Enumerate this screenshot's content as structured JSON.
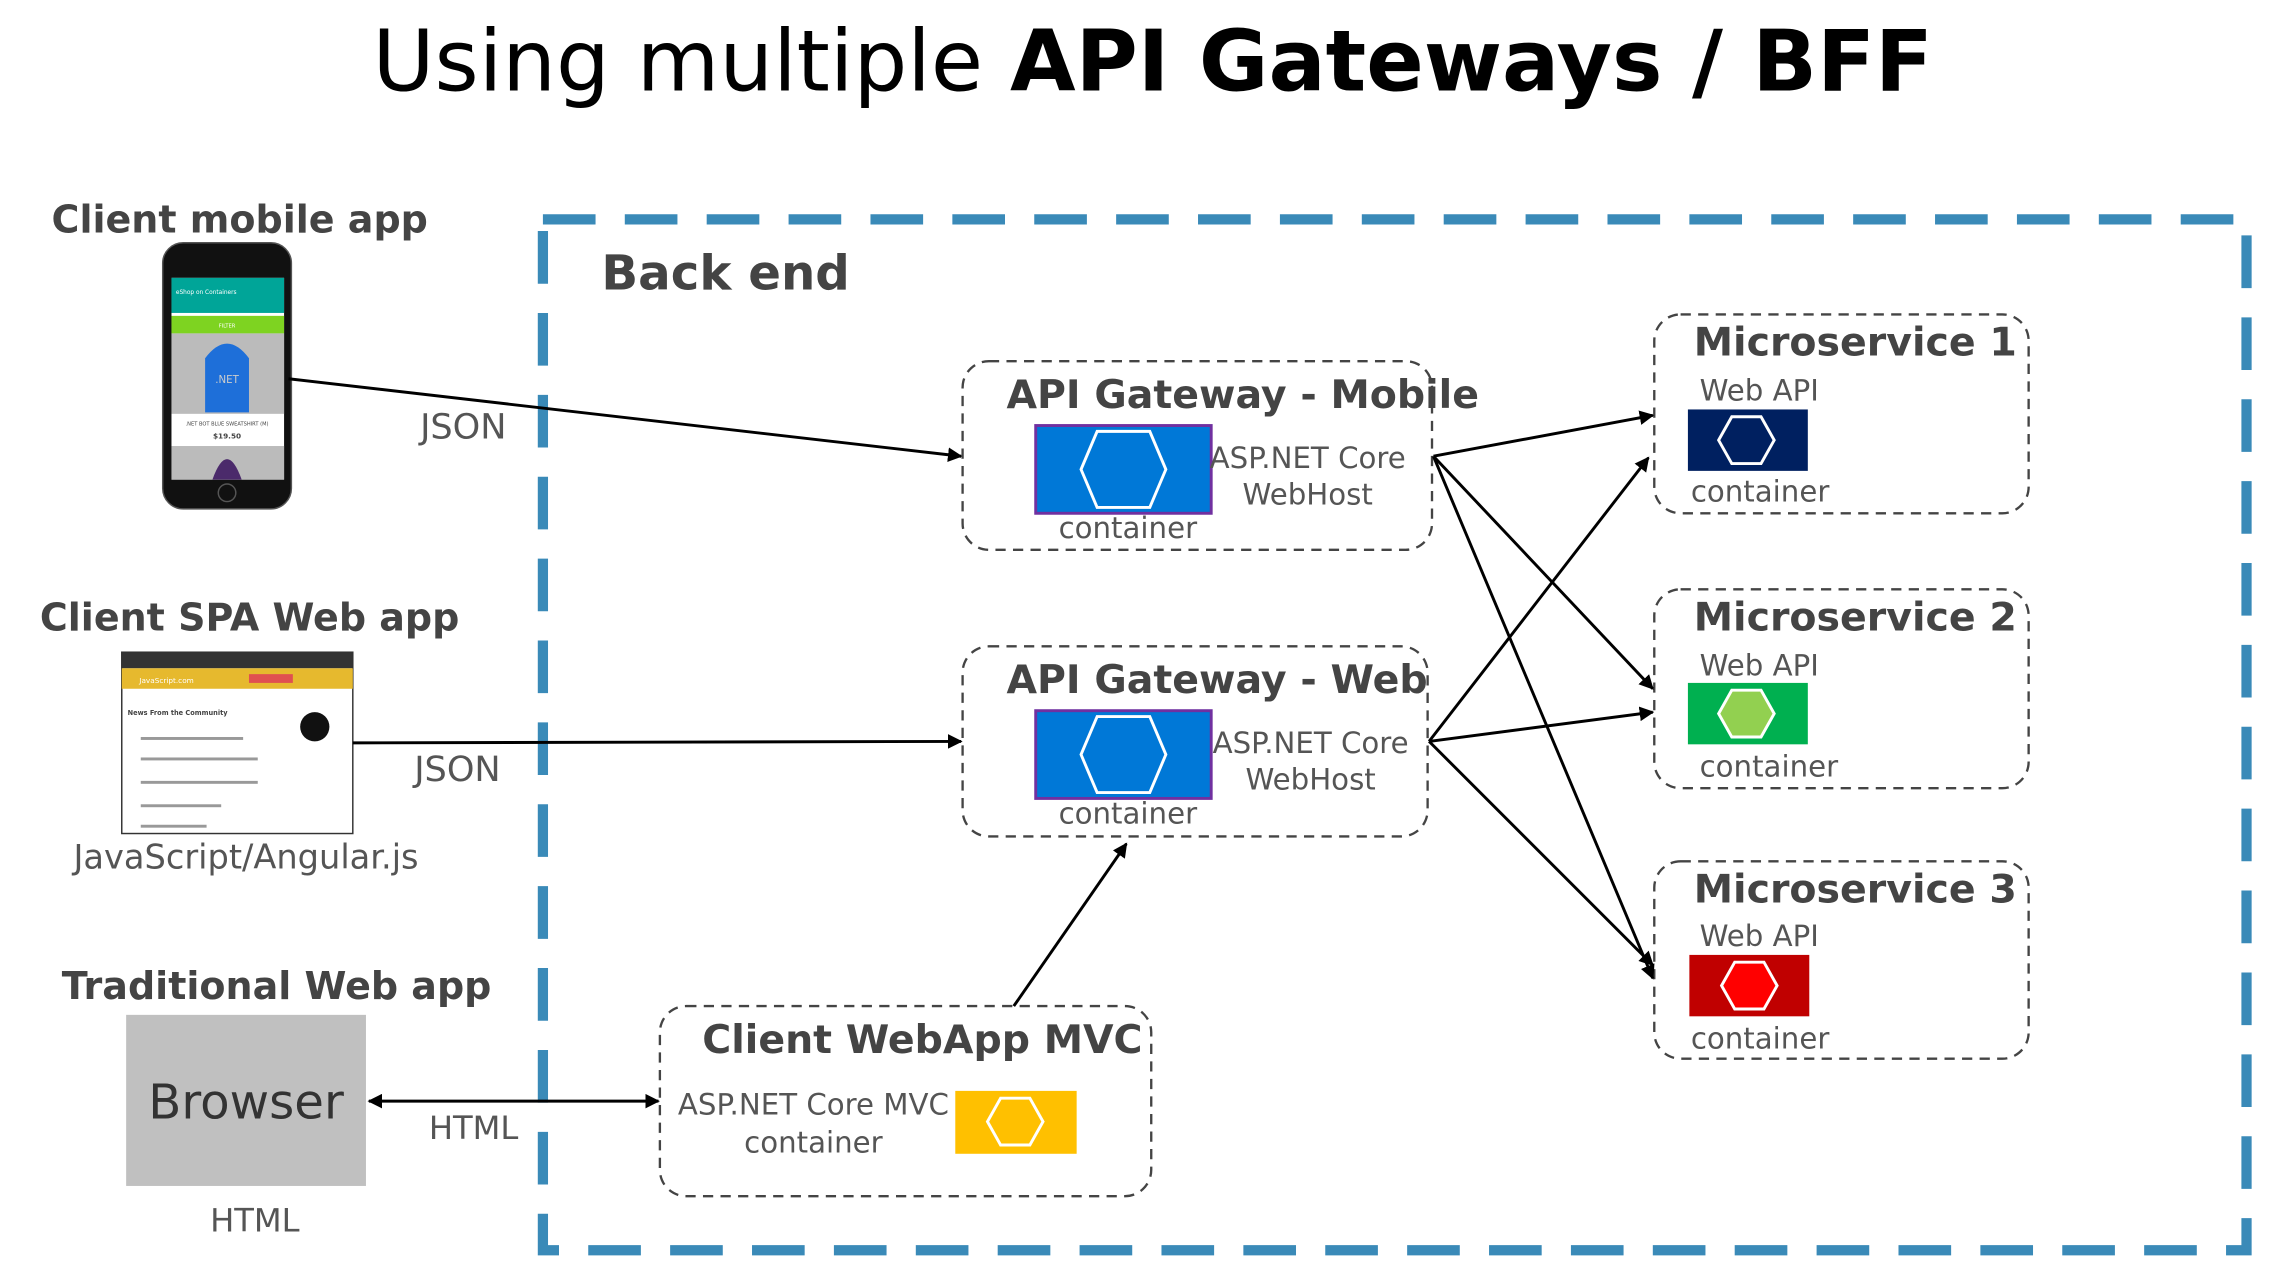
{
  "title": {
    "normal": "Using multiple ",
    "bold": "API Gateways / BFF"
  },
  "backend_label": "Back end",
  "clients": {
    "mobile": {
      "label": "Client mobile app",
      "protocol": "JSON",
      "screen": {
        "app_title": "eShop on Containers",
        "filter": "FILTER",
        "product": ".NET BOT BLUE SWEATSHIRT (M)",
        "price": "$19.50",
        "logo": ".NET"
      }
    },
    "spa": {
      "label": "Client SPA Web app",
      "protocol": "JSON",
      "tech": "JavaScript/Angular.js",
      "screen": {
        "site": "JavaScript.com",
        "heading": "News From the Community"
      }
    },
    "traditional": {
      "label": "Traditional Web app",
      "browser": "Browser",
      "below": "HTML",
      "protocol": "HTML"
    }
  },
  "gateways": [
    {
      "title": "API Gateway - Mobile",
      "tech1": "ASP.NET Core",
      "tech2": "WebHost",
      "container": "container"
    },
    {
      "title": "API Gateway - Web",
      "tech1": "ASP.NET Core",
      "tech2": "WebHost",
      "container": "container"
    }
  ],
  "mvc": {
    "title": "Client WebApp MVC",
    "tech1": "ASP.NET Core MVC",
    "tech2": "container"
  },
  "microservices": [
    {
      "title": "Microservice 1",
      "api": "Web API",
      "container": "container",
      "color": "#002060",
      "hex": "#002060"
    },
    {
      "title": "Microservice 2",
      "api": "Web API",
      "container": "container",
      "color": "#00b050",
      "hex": "#92d050"
    },
    {
      "title": "Microservice 3",
      "api": "Web API",
      "container": "container",
      "color": "#c00000",
      "hex": "#ff0000"
    }
  ],
  "colors": {
    "backend_border": "#3a8ab8",
    "gateway_container": "#0078d7",
    "gateway_bracket": "#7030a0",
    "mvc_container": "#ffc000"
  }
}
